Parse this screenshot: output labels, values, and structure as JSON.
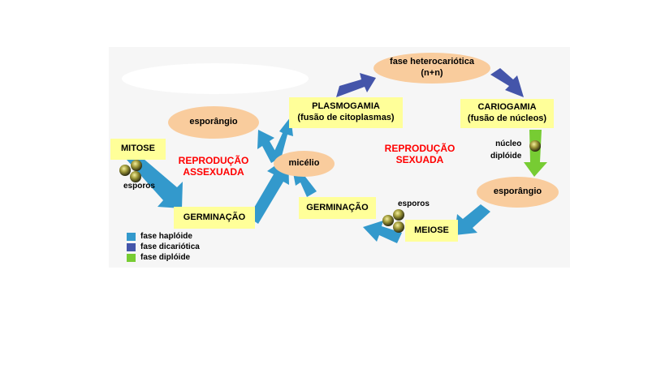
{
  "colors": {
    "haploid": "#3399cc",
    "dicaryotic": "#4455aa",
    "diploid": "#77cc33",
    "box": "#ffff99",
    "ellipse": "#f9cc9d",
    "accent": "#ff0000"
  },
  "labels": {
    "fase_hetero": "fase heterocariótica",
    "fase_hetero_sub": "(n+n)",
    "plasmogamia": "PLASMOGAMIA",
    "plasmogamia_sub": "(fusão de citoplasmas)",
    "cariogamia": "CARIOGAMIA",
    "cariogamia_sub": "(fusão de núcleos)",
    "esporangio_left": "esporângio",
    "esporangio_right": "esporângio",
    "micelio": "micélio",
    "mitose": "MITOSE",
    "esporos_left": "esporos",
    "esporos_right": "esporos",
    "germinacao_left": "GERMINAÇÃO",
    "germinacao_right": "GERMINAÇÃO",
    "meiose": "MEIOSE",
    "nucleo": "núcleo",
    "diploide": "diplóide",
    "repro_assex_1": "REPRODUÇÃO",
    "repro_assex_2": "ASSEXUADA",
    "repro_sex_1": "REPRODUÇÃO",
    "repro_sex_2": "SEXUADA"
  },
  "legend": [
    {
      "label": "fase haplóide",
      "color": "#3399cc"
    },
    {
      "label": "fase dicariótica",
      "color": "#4455aa"
    },
    {
      "label": "fase diplóide",
      "color": "#77cc33"
    }
  ],
  "icons": [
    "spore-icon",
    "nucleus-icon"
  ]
}
